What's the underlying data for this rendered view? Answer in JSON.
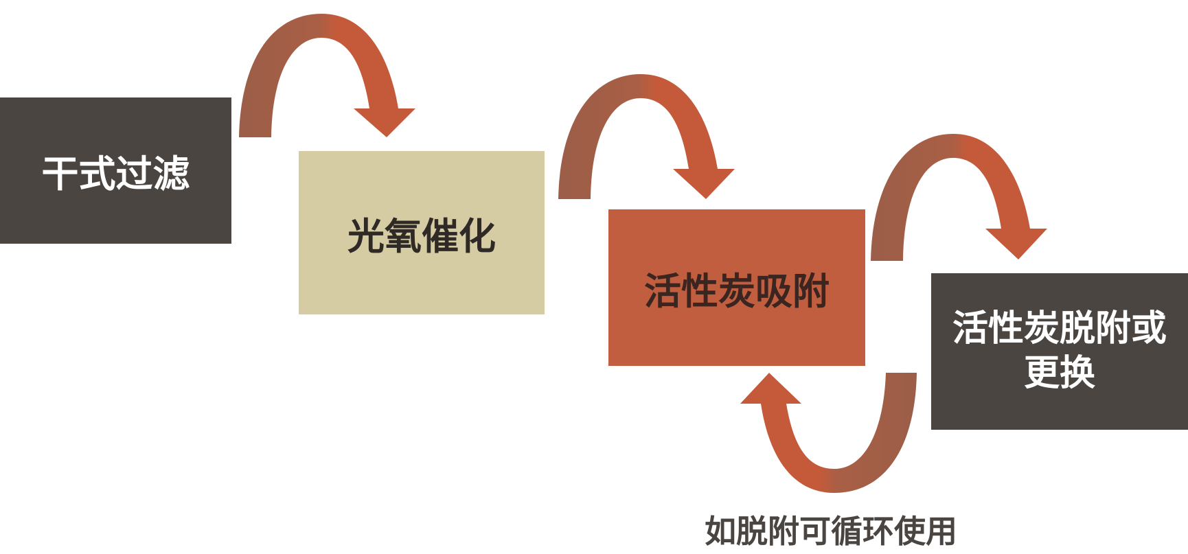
{
  "diagram": {
    "steps": [
      {
        "id": "step-1",
        "label": "干式过滤"
      },
      {
        "id": "step-2",
        "label": "光氧催化"
      },
      {
        "id": "step-3",
        "label": "活性炭吸附"
      },
      {
        "id": "step-4",
        "label": "活性炭脱附或更换"
      }
    ],
    "cycle_note": "如脱附可循环使用",
    "colors": {
      "dark_box": "#4a4540",
      "beige_box": "#d6cca4",
      "rust_box": "#c15e3f",
      "arrow_light": "#c45a3a",
      "arrow_dark": "#9b5e48"
    }
  }
}
